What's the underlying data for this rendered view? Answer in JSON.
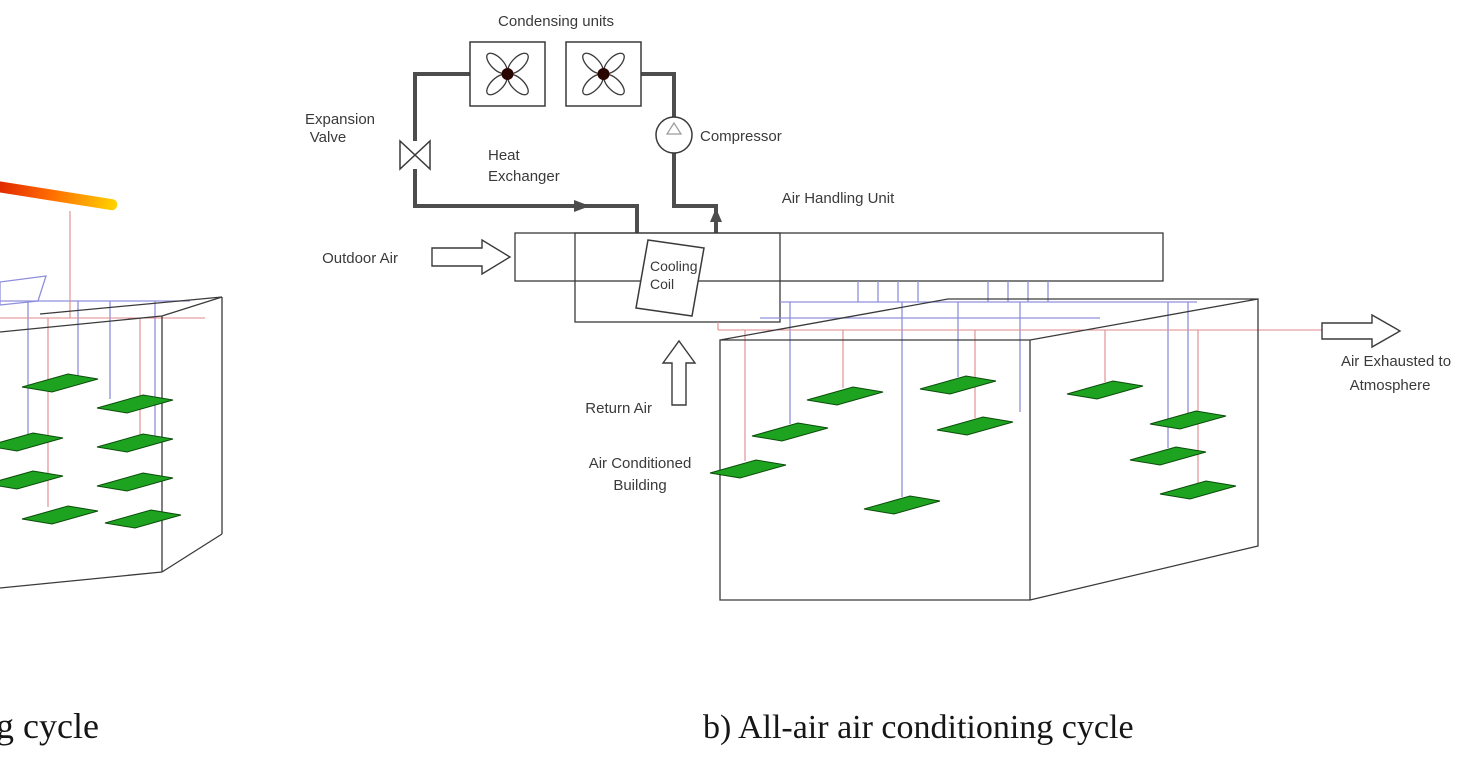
{
  "diagram": {
    "type": "hvac-air-conditioning-schematic",
    "captions": {
      "left_partial": "g cycle",
      "right": "b) All-air air conditioning cycle"
    },
    "labels": {
      "condensing_units": "Condensing units",
      "expansion_valve_1": "Expansion",
      "expansion_valve_2": "Valve",
      "heat_exchanger_1": "Heat",
      "heat_exchanger_2": "Exchanger",
      "compressor": "Compressor",
      "air_handling_unit": "Air Handling Unit",
      "outdoor_air": "Outdoor Air",
      "cooling_coil_1": "Cooling",
      "cooling_coil_2": "Coil",
      "return_air": "Return Air",
      "air_conditioned_building_1": "Air Conditioned",
      "air_conditioned_building_2": "Building",
      "air_exhausted_1": "Air Exhausted to",
      "air_exhausted_2": "Atmosphere"
    },
    "colors": {
      "background": "#ffffff",
      "outline": "#3a3a3a",
      "refrigerant_pipe": "#4d4d4d",
      "supply_duct_blue": "#8f8fdd",
      "return_duct_red": "#e08a8a",
      "shelf_green": "#1ea321",
      "shelf_border": "#0b4d0b",
      "hot_start": "#cc0000",
      "hot_mid": "#ff6a00",
      "hot_end": "#ffd400"
    }
  }
}
